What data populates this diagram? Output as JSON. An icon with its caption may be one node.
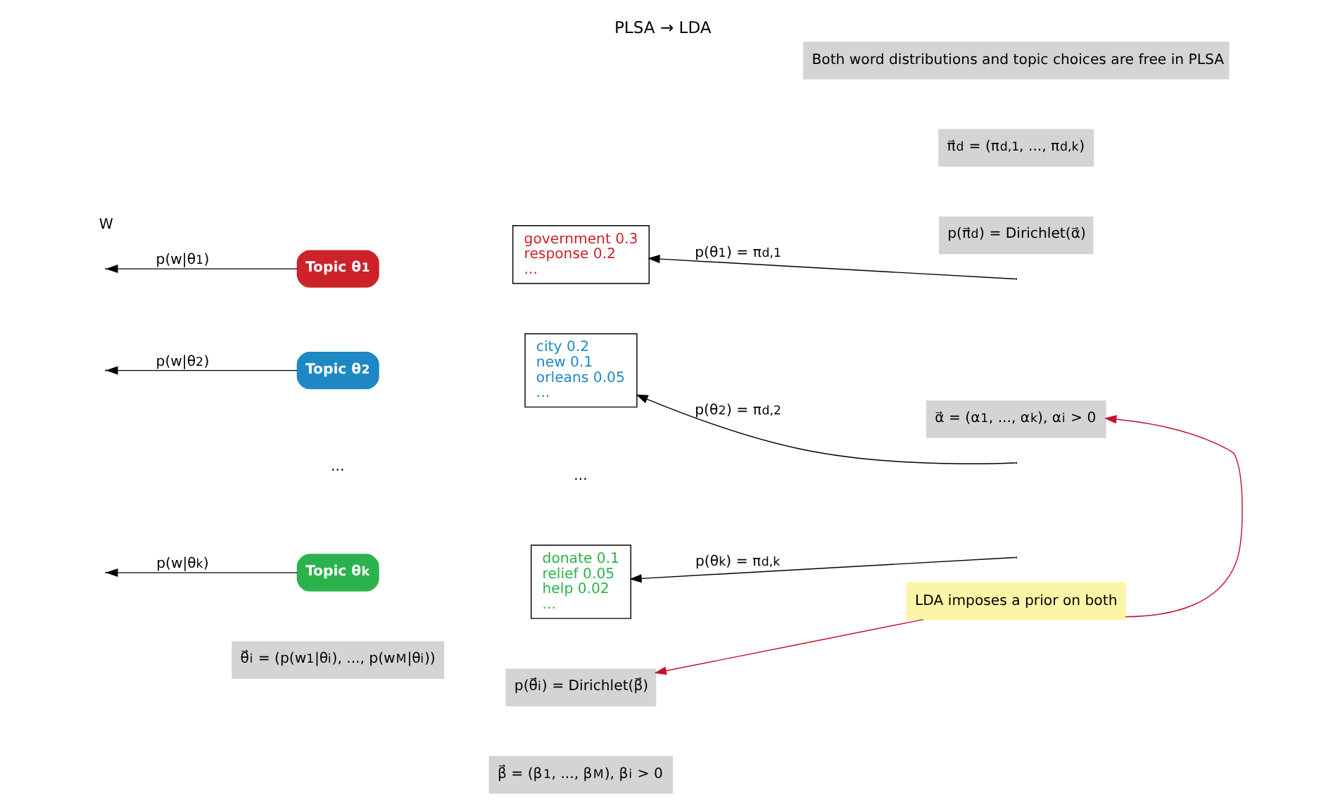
{
  "diagram": {
    "title": "PLSA → LDA",
    "nodes": [
      {
        "text": [
          "Both word distributions and topic choices are free in PLSA"
        ]
      },
      {
        "text": [
          "Topic θ$_{1}$"
        ]
      },
      {
        "text": [
          "government 0.3",
          "response 0.2",
          "..."
        ]
      },
      {
        "text": [
          "π⃗$_{d}$ = (π$_{d,1}$, ..., π$_{d,k}$)"
        ]
      },
      {
        "text": [
          "Topic θ$_{2}$"
        ]
      },
      {
        "text": [
          "city 0.2",
          "new 0.1",
          "orleans 0.05",
          "..."
        ]
      },
      {
        "text": [
          "p(π⃗$_{d}$) = Dirichlet(α⃗)"
        ]
      },
      {
        "text": [
          "Topic θ$_{k}$"
        ]
      },
      {
        "text": [
          "donate 0.1",
          "relief 0.05",
          "help 0.02",
          "..."
        ]
      },
      {
        "text": [
          "α⃗ = (α$_{1}$, ..., α$_{k}$), α$_{i}$ > 0"
        ]
      },
      {
        "text": [
          "θ⃗$_{i}$ = (p(w$_{1}$|θ$_{i}$), ..., p(w$_{M}$|θ$_{i}$))"
        ]
      },
      {
        "text": [
          "p(θ⃗$_{i}$) = Dirichlet(β⃗)"
        ]
      },
      {
        "text": [
          "LDA imposes a prior on both"
        ]
      },
      {
        "text": [
          "β⃗ = (β$_{1}$, ..., β$_{M}$), β$_{i}$ > 0"
        ]
      }
    ],
    "edges": [
      {
        "from": 1,
        "to": null,
        "arrow": "to",
        "label": "p(w|θ$_{1}$)"
      },
      {
        "from": 4,
        "to": null,
        "arrow": "to",
        "label": "p(w|θ$_{2}$)"
      },
      {
        "from": 7,
        "to": null,
        "arrow": "to",
        "label": "p(w|θ$_{k}$)"
      },
      {
        "from": null,
        "to": 2,
        "arrow": "to",
        "label": "p(θ$_{1}$) = π$_{d,1}$"
      },
      {
        "from": null,
        "to": 5,
        "arrow": "to",
        "label": "p(θ$_{2}$) = π$_{d,2}$"
      },
      {
        "from": null,
        "to": 8,
        "arrow": "to",
        "label": "p(θ$_{k}$) = π$_{d,k}$"
      },
      {
        "from": 12,
        "to": 9,
        "arrow": "to",
        "color": "#c8102e"
      },
      {
        "from": 12,
        "to": 11,
        "arrow": "to",
        "color": "#c8102e"
      }
    ],
    "labels": [
      "W",
      "...",
      "..."
    ]
  }
}
